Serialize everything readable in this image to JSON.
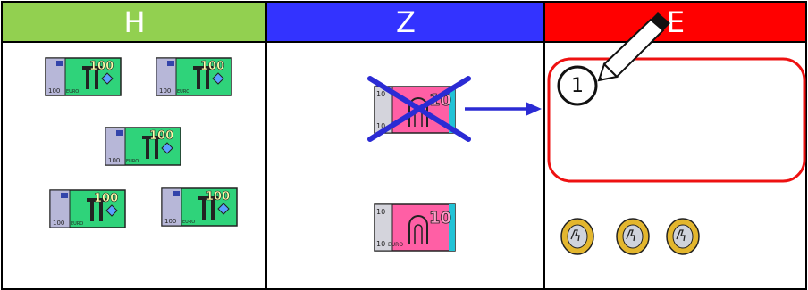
{
  "columns": [
    {
      "label": "H",
      "color": "#92d050"
    },
    {
      "label": "Z",
      "color": "#3333ff"
    },
    {
      "label": "E",
      "color": "#ff0000"
    }
  ],
  "notes": {
    "hundred": {
      "value": "100",
      "small": "100",
      "currency": "EURO"
    },
    "ten": {
      "value": "10",
      "small": "10",
      "currency": "EURO"
    }
  },
  "step_marker": "1",
  "icons": [
    "pencil-icon",
    "arrow-right-icon",
    "cross-out-icon",
    "one-euro-coin-icon"
  ]
}
